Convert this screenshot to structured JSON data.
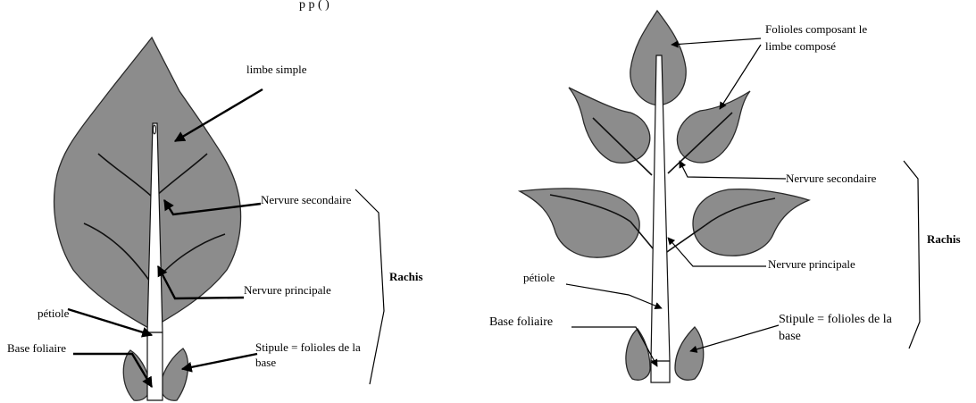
{
  "caption_fragment": "p                                                               p          (             )",
  "simple_leaf": {
    "limbe": "limbe simple",
    "nervure_secondaire": "Nervure secondaire",
    "nervure_principale": "Nervure principale",
    "petiole": "pétiole",
    "base_foliaire": "Base foliaire",
    "stipule_line1": "Stipule = folioles de la",
    "stipule_line2": "base",
    "rachis": "Rachis"
  },
  "compound_leaf": {
    "folioles_line1": "Folioles composant le",
    "folioles_line2": "limbe composé",
    "nervure_secondaire": "Nervure secondaire",
    "rachis": "Rachis",
    "nervure_principale": "Nervure principale",
    "petiole": "pétiole",
    "base_foliaire": "Base foliaire",
    "stipule_line1": "Stipule = folioles de la",
    "stipule_line2": "base"
  },
  "colors": {
    "leaf_fill": "#8c8c8c",
    "outline": "#2a2a2a",
    "stem_fill": "#ffffff"
  }
}
